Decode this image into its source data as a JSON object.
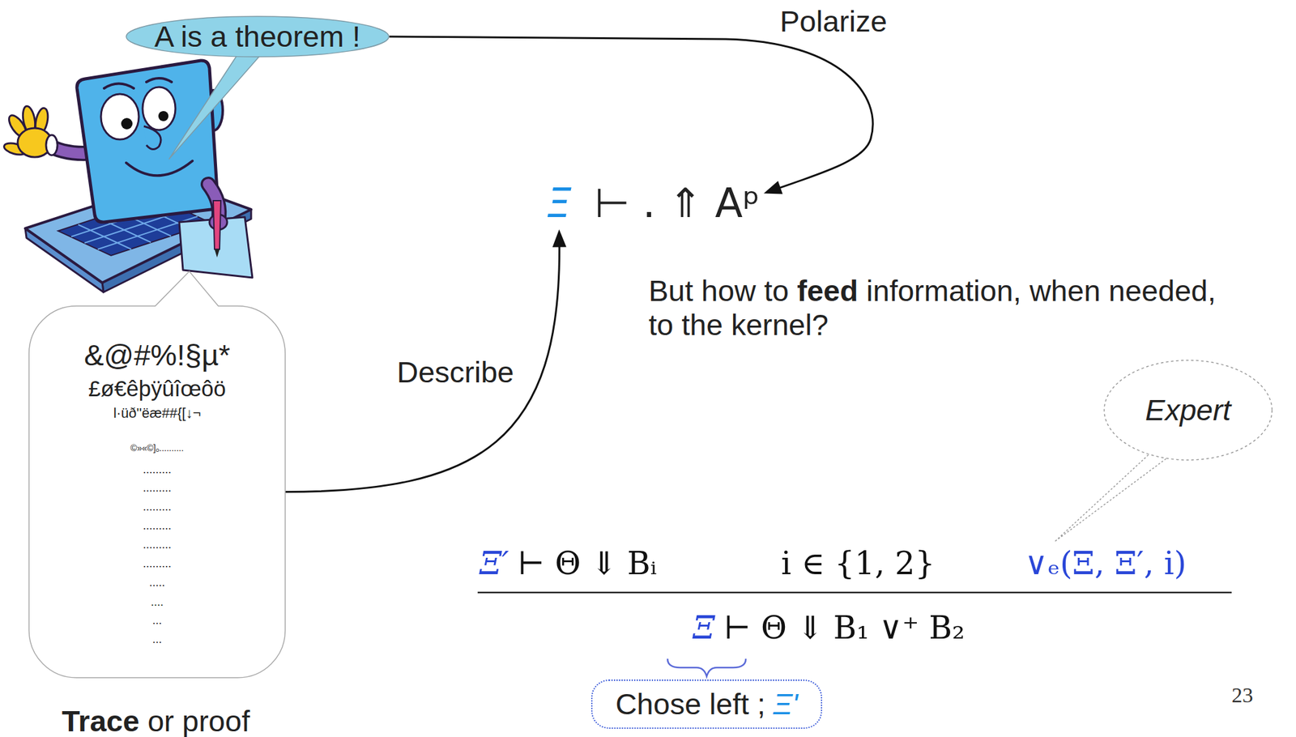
{
  "diagram": {
    "nodes": [
      {
        "text": [
          "A is a theorem !"
        ]
      },
      {
        "text": [
          "Ξ",
          "⊢ . ⇑ Aᵖ"
        ]
      },
      {
        "text": [
          "&@#%!§µ*",
          "£ø€êþÿûîœôö",
          "l·üð''ëæ##{[↓¬",
          "©»«©]ₒ..........",
          ".........",
          ".........",
          ".........",
          ".........",
          ".........",
          ".........",
          ".....",
          "....",
          "...",
          "..."
        ]
      },
      {
        "text": [
          "Expert"
        ]
      },
      {
        "text": [
          "Chose left ;",
          "Ξ'"
        ]
      }
    ],
    "edges": [
      {
        "from": 0,
        "to": 1,
        "arrow": "to",
        "label": "Polarize"
      },
      {
        "from": 2,
        "to": 1,
        "arrow": "to",
        "label": "Describe"
      }
    ],
    "labels": [
      "But how to",
      "feed",
      "information, when needed, to the kernel?",
      "Ξ′",
      "⊢ Θ ⇓ Bᵢ",
      "i ∈ {1, 2}",
      "∨ₑ(Ξ, Ξ′, i)",
      "Ξ",
      "⊢ Θ ⇓ B₁ ∨⁺ B₂",
      "Trace",
      "or proof",
      "23"
    ]
  }
}
